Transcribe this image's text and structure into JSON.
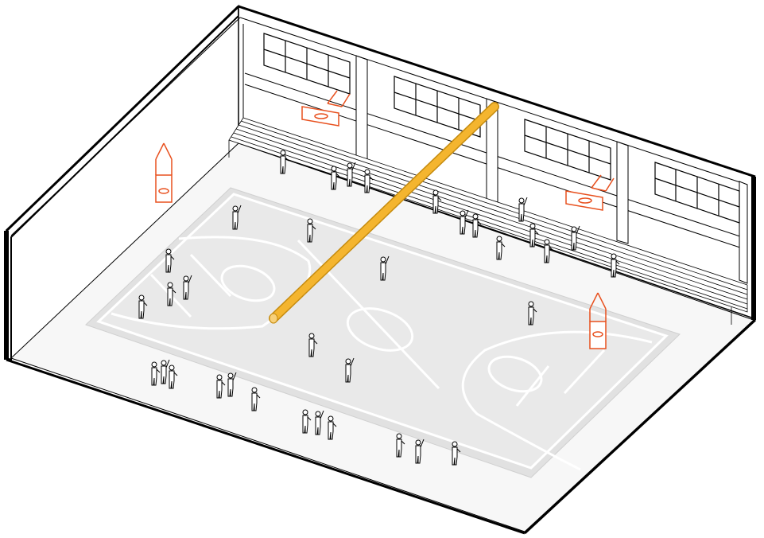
{
  "scene": {
    "kind": "axonometric-gym",
    "colors": {
      "background": "#ffffff",
      "line": "#000000",
      "wall": "#ffffff",
      "floor": "#f7f7f7",
      "court": "#e9e9e9",
      "court_line": "#ffffff",
      "court_border": "#cfcfcf",
      "hoop": "#e8501e",
      "beam": "#f4b52f",
      "beam_stroke": "#c68c10",
      "person_fill": "#ffffff"
    },
    "elements": {
      "court": "basketball-court",
      "hoops": 4,
      "windows": 4,
      "bleachers": 1,
      "beam": 1
    }
  }
}
